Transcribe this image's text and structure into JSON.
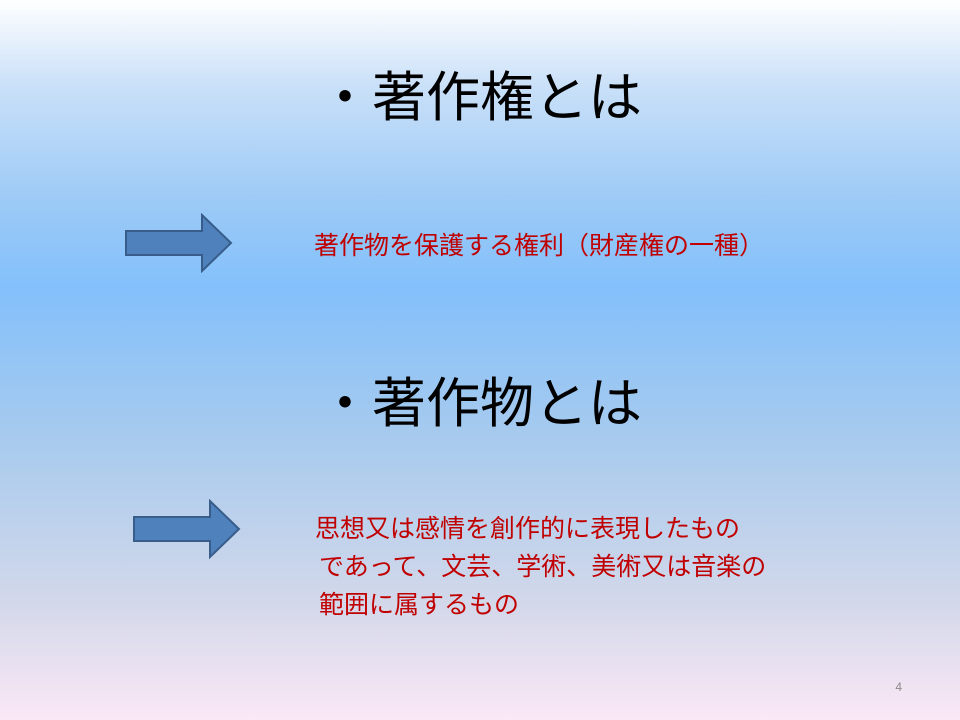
{
  "slide": {
    "heading1": "・著作権とは",
    "text1": "著作物を保護する権利（財産権の一種）",
    "heading2": "・著作物とは",
    "text2_lines": [
      "思想又は感情を創作的に表現したもの",
      "であって、文芸、学術、美術又は音楽の",
      "範囲に属するもの"
    ],
    "page_number": "4"
  },
  "icons": {
    "arrow1": "right-arrow-icon",
    "arrow2": "right-arrow-icon"
  },
  "colors": {
    "heading": "#000000",
    "body_text": "#c00000",
    "arrow_fill": "#4f81bd",
    "arrow_stroke": "#385d8a"
  }
}
